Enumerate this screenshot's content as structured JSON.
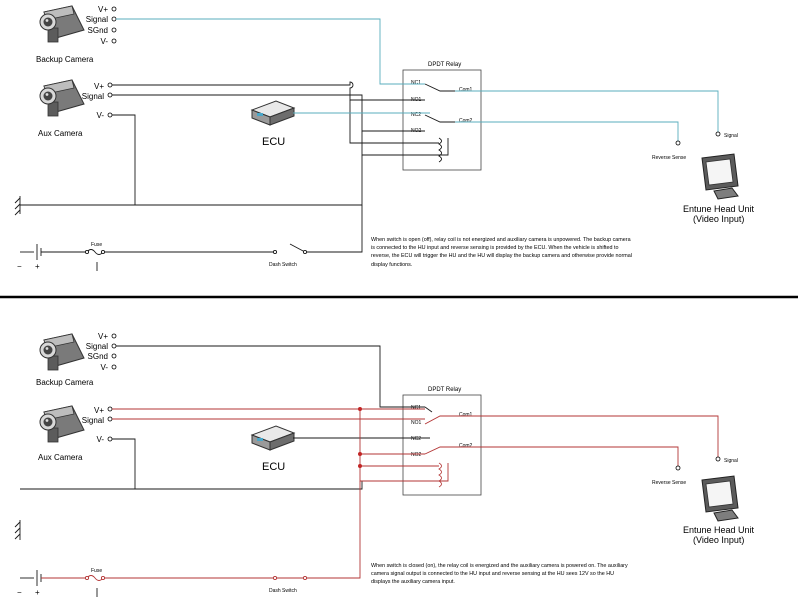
{
  "backup_camera": {
    "label": "Backup Camera",
    "pins": [
      "V+",
      "Signal",
      "SGnd",
      "V-"
    ]
  },
  "aux_camera": {
    "label": "Aux Camera",
    "pins": [
      "V+",
      "Signal",
      "V-"
    ]
  },
  "ecu": {
    "label": "ECU"
  },
  "relay": {
    "title": "DPDT Relay",
    "pins": [
      "NC1",
      "NO1",
      "NC2",
      "NO2"
    ],
    "commons": [
      "Com1",
      "Com2"
    ]
  },
  "head_unit": {
    "line1": "Entune Head Unit",
    "line2": "(Video Input)",
    "signal": "Signal",
    "reverse": "Reverse Sense"
  },
  "fuse": {
    "label": "Fuse"
  },
  "switch": {
    "label": "Dash Switch"
  },
  "battery": {
    "minus": "−",
    "plus": "+"
  },
  "colors": {
    "open_signal": "#58aebd",
    "closed_active": "#b33535",
    "wire": "#1a1a1a"
  },
  "panels": [
    {
      "state": "open",
      "description": "When switch is open (off), relay coil is not energized and auxiliary camera is unpowered. The backup camera is connected to the HU input and reverse sensing is provided by the ECU. When the vehicle is shifted to reverse, the ECU will trigger the HU and the HU will display the backup camera and otherwise provide normal display functions."
    },
    {
      "state": "closed",
      "description": "When switch is closed (on), the relay coil is energized and the auxiliary camera is powered on. The auxiliary camera signal output is connected to the HU input and reverse sensing at the HU sees 12V so the HU displays the auxiliary camera input."
    }
  ]
}
